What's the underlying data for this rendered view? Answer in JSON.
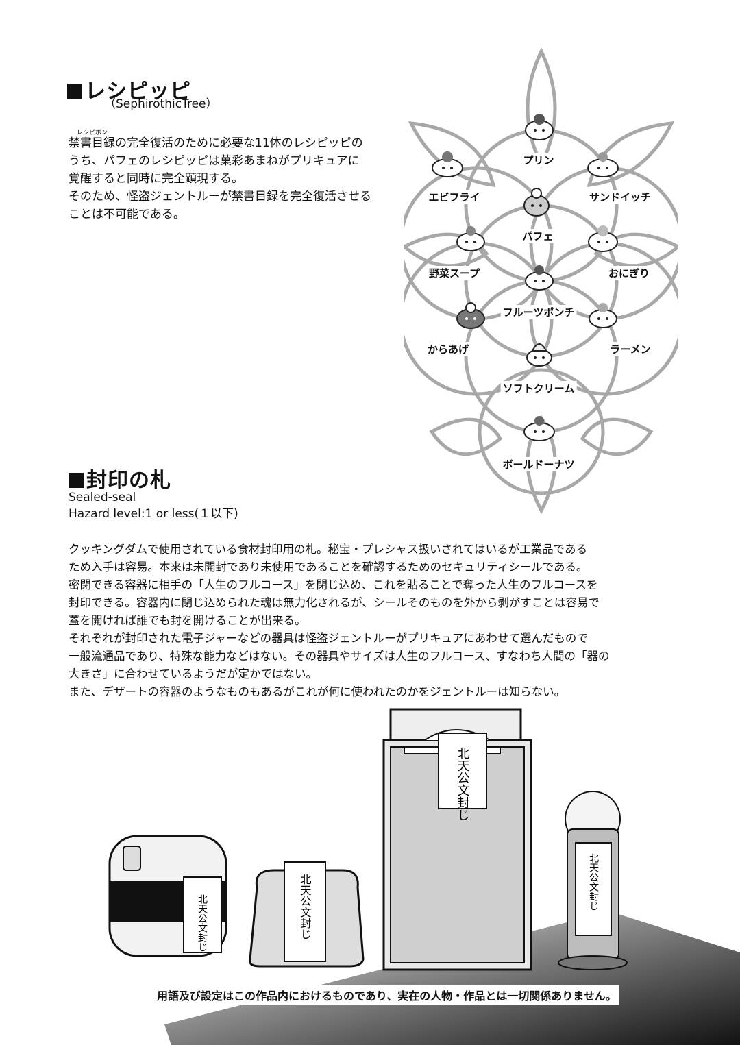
{
  "recipeppi": {
    "heading": "レシピッピ",
    "subheading": "（SephirothicTree）",
    "ruby": "レシピボン",
    "body": "禁書目録の完全復活のために必要な11体のレシピッピの\nうち、パフェのレシピッピは菓彩あまねがプリキュアに\n覚醒すると同時に完全顕現する。\nそのため、怪盗ジェントルーが禁書目録を完全復活させる\nことは不可能である。",
    "tree_labels": [
      "プリン",
      "エビフライ",
      "サンドイッチ",
      "パフェ",
      "野菜スープ",
      "おにぎり",
      "フルーツポンチ",
      "からあげ",
      "ラーメン",
      "ソフトクリーム",
      "ボールドーナツ"
    ]
  },
  "seal": {
    "heading": "封印の札",
    "en_name": "Sealed-seal",
    "hazard": "Hazard level:1 or less(１以下)",
    "body": "クッキングダムで使用されている食材封印用の札。秘宝・プレシャス扱いされてはいるが工業品である\nため入手は容易。本来は未開封であり未使用であることを確認するためのセキュリティシールである。\n密閉できる容器に相手の「人生のフルコース」を閉じ込め、これを貼ることで奪った人生のフルコースを\n封印できる。容器内に閉じ込められた魂は無力化されるが、シールそのものを外から剥がすことは容易で\n蓋を開ければ誰でも封を開けることが出来る。\nそれぞれが封印された電子ジャーなどの器具は怪盗ジェントルーがプリキュアにあわせて選んだもので\n一般流通品であり、特殊な能力などはない。その器具やサイズは人生のフルコース、すなわち人間の「器の\n大きさ」に合わせているようだが定かではない。\nまた、デザートの容器のようなものもあるがこれが何に使われたのかをジェントルーは知らない。",
    "seal_text": "北天公文封じ"
  },
  "disclaimer": "用語及び設定はこの作品内におけるものであり、実在の人物・作品とは一切関係ありません。"
}
